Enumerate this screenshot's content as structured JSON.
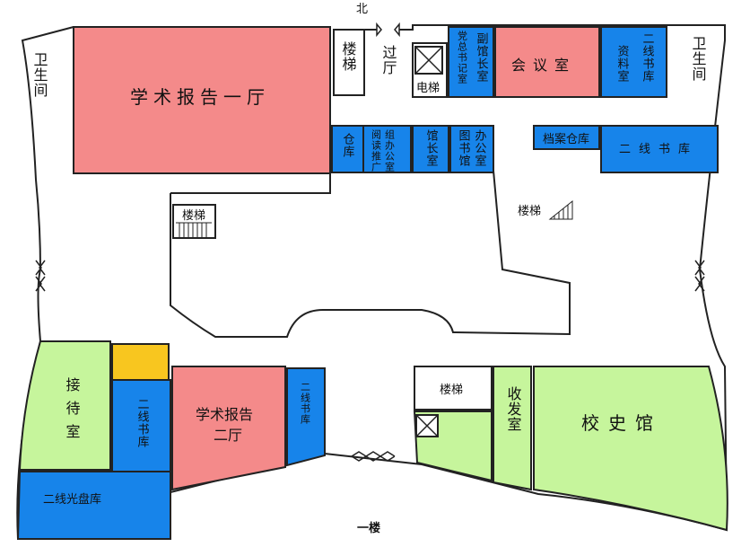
{
  "title": "一楼",
  "north": "北",
  "colors": {
    "lecture": "#f48a8a",
    "storage": "#1784ea",
    "service": "#c6f59c",
    "misc": "#f8c61f"
  },
  "rooms": {
    "hall1": "学术报告一厅",
    "stairs_top": "楼梯",
    "lobby": "过厅",
    "elevator": "电梯",
    "party_secretary": "党总书记室",
    "deputy_curator": "副馆长室",
    "meeting": "会议室",
    "materials": "资料室",
    "stack_top": "二线书库",
    "wc_left": "卫生间",
    "wc_right": "卫生间",
    "warehouse": "仓库",
    "reading_promo_a": "阅读推广",
    "reading_promo_b": "组办公室",
    "curator": "馆长室",
    "library_office_a": "图书馆",
    "library_office_b": "办公室",
    "archive": "档案仓库",
    "stack_right": "二线书库",
    "stairs_mid_left": "楼梯",
    "stairs_mid_right": "楼梯",
    "reception": "接待室",
    "stack_bl": "二线书库",
    "hall2_a": "学术报告",
    "hall2_b": "二厅",
    "stack_bm": "二线书库",
    "cd_stack": "二线光盘库",
    "stairs_bottom": "楼梯",
    "mailroom": "收发室",
    "history": "校史馆"
  }
}
